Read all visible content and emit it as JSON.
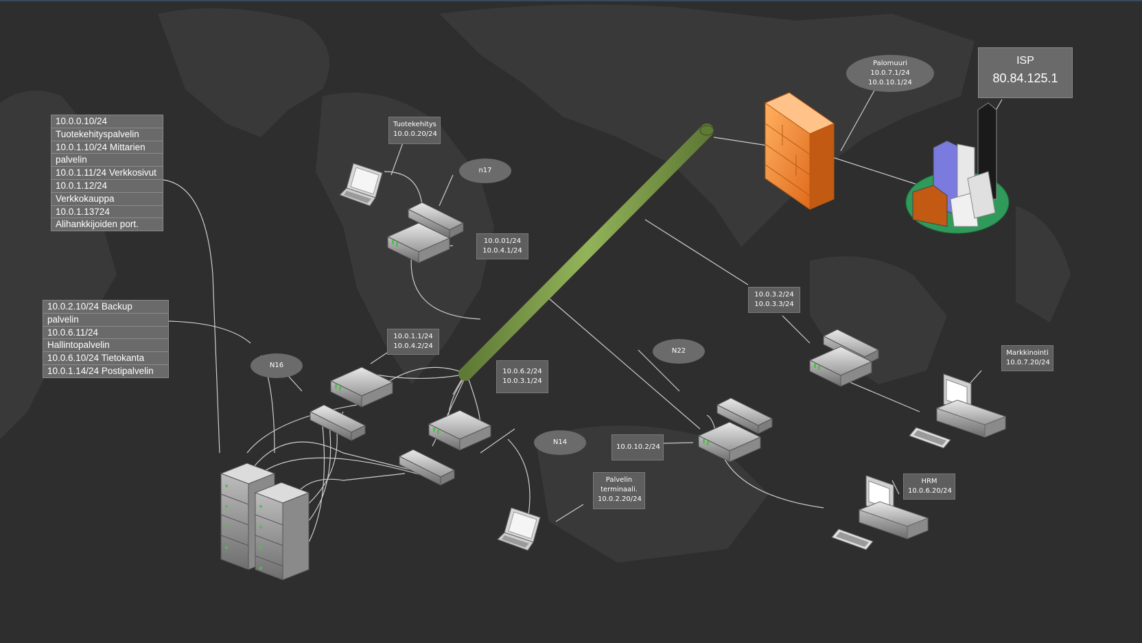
{
  "colors": {
    "background": "#2e2e2e",
    "map_land": "#383838",
    "label_bg": "#5e5e5e",
    "backbone": "#7a9a4a",
    "firewall": "#f28a3a",
    "cables": "#cfcfcf"
  },
  "server_list_1": [
    "10.0.0.10/24",
    "Tuotekehityspalvelin",
    "10.0.1.10/24 Mittarien",
    "palvelin",
    "10.0.1.11/24 Verkkosivut",
    "10.0.1.12/24",
    "Verkkokauppa",
    "10.0.1.13724",
    "Alihankkijoiden port."
  ],
  "server_list_2": [
    "10.0.2.10/24 Backup",
    "palvelin",
    "10.0.6.11/24",
    "Hallintopalvelin",
    "10.0.6.10/24 Tietokanta",
    "10.0.1.14/24 Postipalvelin"
  ],
  "isp": {
    "title": "ISP",
    "ip": "80.84.125.1"
  },
  "firewall_label": [
    "Palomuuri",
    "10.0.7.1/24",
    "10.0.10.1/24"
  ],
  "tuotekehitys_label": [
    "Tuotekehitys",
    "10.0.0.20/24"
  ],
  "n17": "n17",
  "n16": "N16",
  "n14": "N14",
  "n22": "N22",
  "router_n17_label": [
    "10.0.01/24",
    "10.0.4.1/24"
  ],
  "router_n16_label": [
    "10.0.1.1/24",
    "10.0.4.2/24"
  ],
  "router_n14_label": [
    "10.0.6.2/24",
    "10.0.3.1/24"
  ],
  "router_right_label": [
    "10.0.3.2/24",
    "10.0.3.3/24"
  ],
  "router_n22_label": "10.0.10.2/24",
  "palvelin_terminaali": [
    "Palvelin",
    "terminaali.",
    "10.0.2.20/24"
  ],
  "markkinointi": [
    "Markkinointi",
    "10.0.7.20/24"
  ],
  "hrm": [
    "HRM",
    "10.0.6.20/24"
  ],
  "icons": [
    "firewall-icon",
    "city-icon",
    "laptop-icon",
    "router-icon",
    "switch-icon",
    "server-rack-icon",
    "workstation-icon",
    "backbone-pipe-icon"
  ]
}
